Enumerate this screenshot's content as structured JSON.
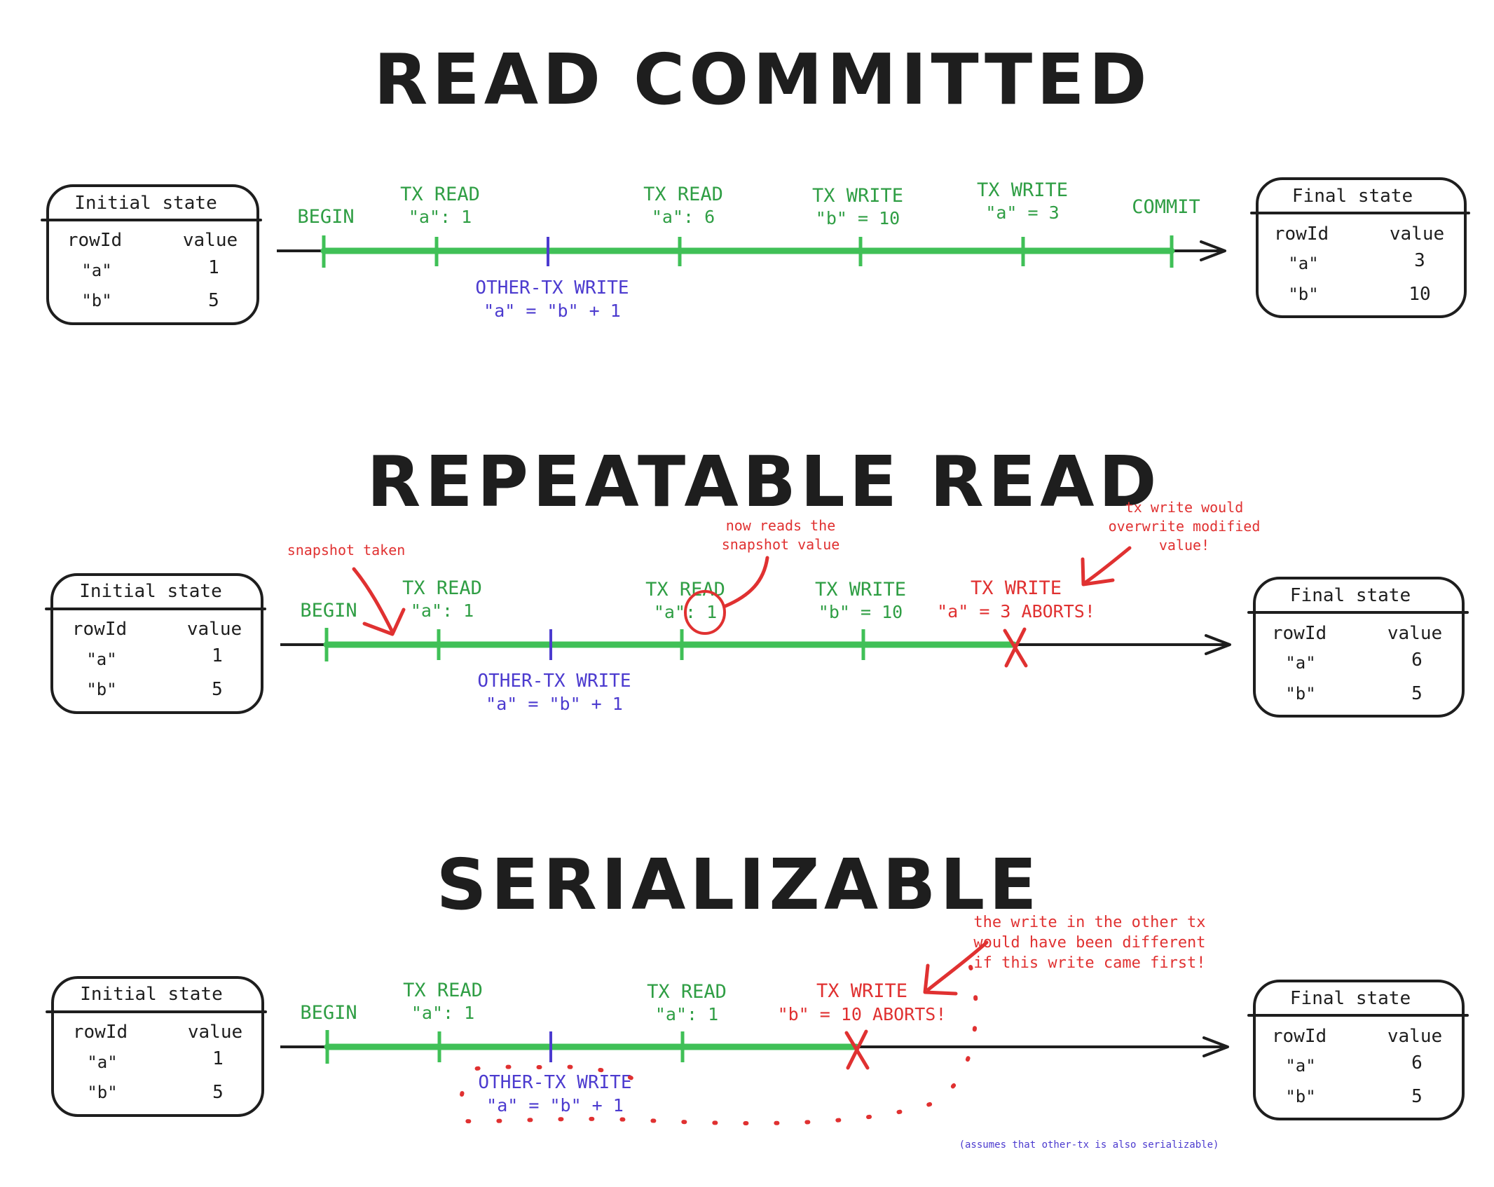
{
  "colors": {
    "tx": "#40c057",
    "tx_text": "#2f9e44",
    "other_tx": "#4c3bcf",
    "annotation": "#e03131",
    "ink": "#1e1e1e"
  },
  "table_headers": {
    "title_initial": "Initial state",
    "title_final": "Final state",
    "col_row": "rowId",
    "col_value": "value"
  },
  "sections": [
    {
      "title": "READ COMMITTED",
      "initial": {
        "rows": [
          {
            "row": "\"a\"",
            "value": "1"
          },
          {
            "row": "\"b\"",
            "value": "5"
          }
        ]
      },
      "final": {
        "rows": [
          {
            "row": "\"a\"",
            "value": "3"
          },
          {
            "row": "\"b\"",
            "value": "10"
          }
        ]
      },
      "events": {
        "begin": "BEGIN",
        "read1": [
          "TX READ",
          "\"a\": 1"
        ],
        "read2": [
          "TX READ",
          "\"a\": 6"
        ],
        "write1": [
          "TX WRITE",
          "\"b\" = 10"
        ],
        "write2": [
          "TX WRITE",
          "\"a\" = 3"
        ],
        "commit": "COMMIT",
        "other": [
          "OTHER-TX WRITE",
          "\"a\" = \"b\" + 1"
        ]
      }
    },
    {
      "title": "REPEATABLE READ",
      "initial": {
        "rows": [
          {
            "row": "\"a\"",
            "value": "1"
          },
          {
            "row": "\"b\"",
            "value": "5"
          }
        ]
      },
      "final": {
        "rows": [
          {
            "row": "\"a\"",
            "value": "6"
          },
          {
            "row": "\"b\"",
            "value": "5"
          }
        ]
      },
      "events": {
        "begin": "BEGIN",
        "read1": [
          "TX READ",
          "\"a\": 1"
        ],
        "read2": [
          "TX READ",
          "\"a\": 1"
        ],
        "write1": [
          "TX WRITE",
          "\"b\" = 10"
        ],
        "write2": [
          "TX WRITE",
          "\"a\" = 3 ABORTS!"
        ],
        "other": [
          "OTHER-TX WRITE",
          "\"a\" = \"b\" + 1"
        ]
      },
      "notes": {
        "snapshot": "snapshot taken",
        "reads_snapshot": [
          "now reads the",
          "snapshot value"
        ],
        "would_overwrite": [
          "tx write would",
          "overwrite modified",
          "value!"
        ]
      }
    },
    {
      "title": "SERIALIZABLE",
      "initial": {
        "rows": [
          {
            "row": "\"a\"",
            "value": "1"
          },
          {
            "row": "\"b\"",
            "value": "5"
          }
        ]
      },
      "final": {
        "rows": [
          {
            "row": "\"a\"",
            "value": "6"
          },
          {
            "row": "\"b\"",
            "value": "5"
          }
        ]
      },
      "events": {
        "begin": "BEGIN",
        "read1": [
          "TX READ",
          "\"a\": 1"
        ],
        "read2": [
          "TX READ",
          "\"a\": 1"
        ],
        "write1": [
          "TX WRITE",
          "\"b\" = 10 ABORTS!"
        ],
        "other": [
          "OTHER-TX WRITE",
          "\"a\" = \"b\" + 1"
        ]
      },
      "notes": {
        "other_first": [
          "the write in the other tx",
          "would have been different",
          "if this write came first!"
        ],
        "footnote": "(assumes that other-tx is also serializable)"
      }
    }
  ]
}
